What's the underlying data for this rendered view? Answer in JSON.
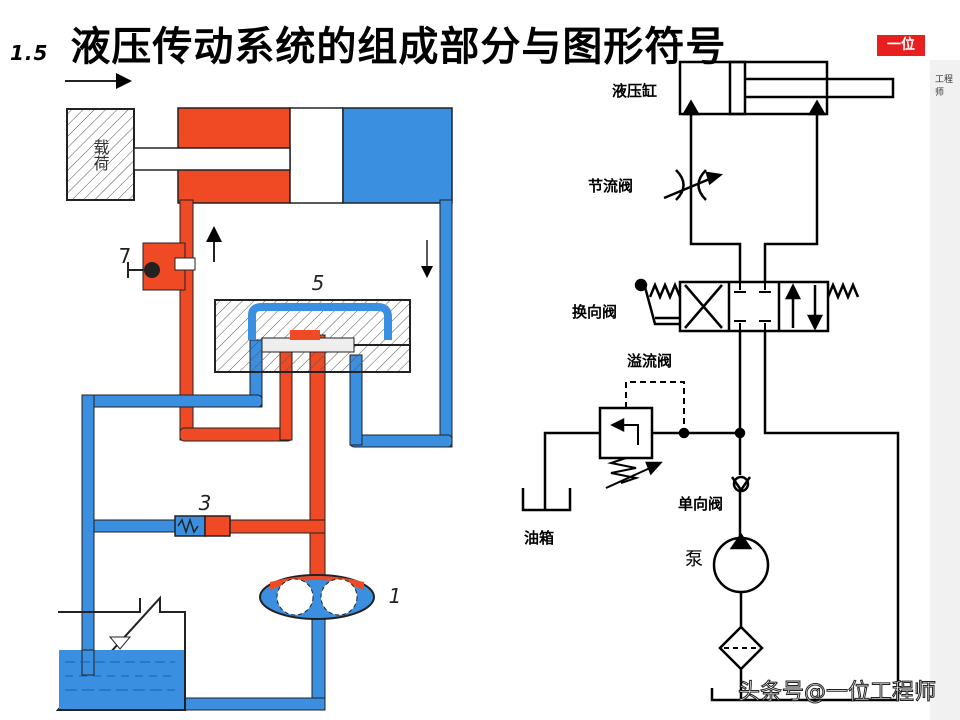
{
  "title": {
    "number": "1.5",
    "text": "液压传动系统的组成部分与图形符号"
  },
  "badge": {
    "text": "一位"
  },
  "corner_tag": "工程师",
  "left_diagram": {
    "load_label": "载荷",
    "part_labels": [
      "7",
      "5",
      "3",
      "1"
    ],
    "colors": {
      "pressure": "#f04a25",
      "return": "#3b8fe0",
      "outline": "#222222"
    }
  },
  "schematic": {
    "labels": {
      "cylinder": "液压缸",
      "throttle_valve": "节流阀",
      "directional_valve": "换向阀",
      "relief_valve": "溢流阀",
      "check_valve": "单向阀",
      "pump": "泵",
      "tank": "油箱"
    }
  },
  "watermark": "头条号@一位工程师"
}
